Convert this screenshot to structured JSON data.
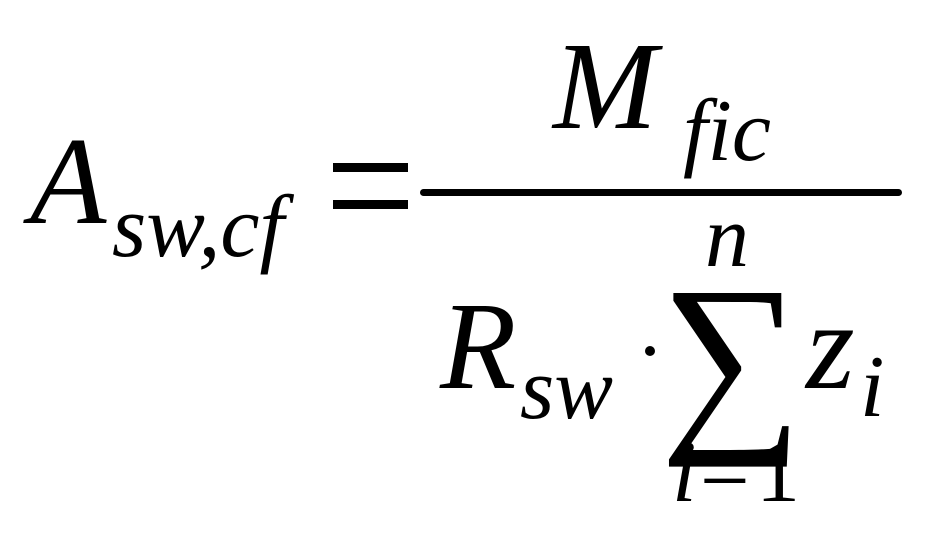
{
  "formula": {
    "lhs": {
      "symbol": "A",
      "subscript": "sw,cf"
    },
    "equals": "=",
    "numerator": {
      "symbol": "M",
      "subscript": "fic"
    },
    "denominator": {
      "symbol": "R",
      "subscript": "sw",
      "dot": "·",
      "sum": {
        "symbol": "∑",
        "upper": "n",
        "lower_var": "i",
        "lower_eq": "=",
        "lower_val": "1"
      },
      "term": {
        "symbol": "z",
        "subscript": "i"
      }
    }
  }
}
